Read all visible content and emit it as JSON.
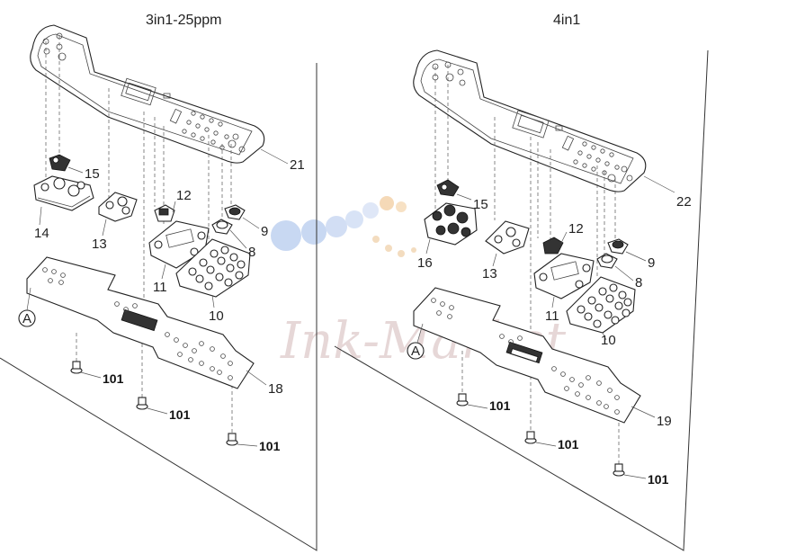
{
  "diagram": {
    "left_title": "3in1-25ppm",
    "right_title": "4in1",
    "watermark": "Ink-Market",
    "left_labels": {
      "p21": "21",
      "p15": "15",
      "p14": "14",
      "p13": "13",
      "p12": "12",
      "p9": "9",
      "p8": "8",
      "p11": "11",
      "p10": "10",
      "p18": "18",
      "ref_a": "A",
      "screw1": "101",
      "screw2": "101",
      "screw3": "101"
    },
    "right_labels": {
      "p22": "22",
      "p15": "15",
      "p16": "16",
      "p13": "13",
      "p12": "12",
      "p9": "9",
      "p8": "8",
      "p11": "11",
      "p10": "10",
      "p19": "19",
      "ref_a": "A",
      "screw1": "101",
      "screw2": "101",
      "screw3": "101"
    }
  }
}
